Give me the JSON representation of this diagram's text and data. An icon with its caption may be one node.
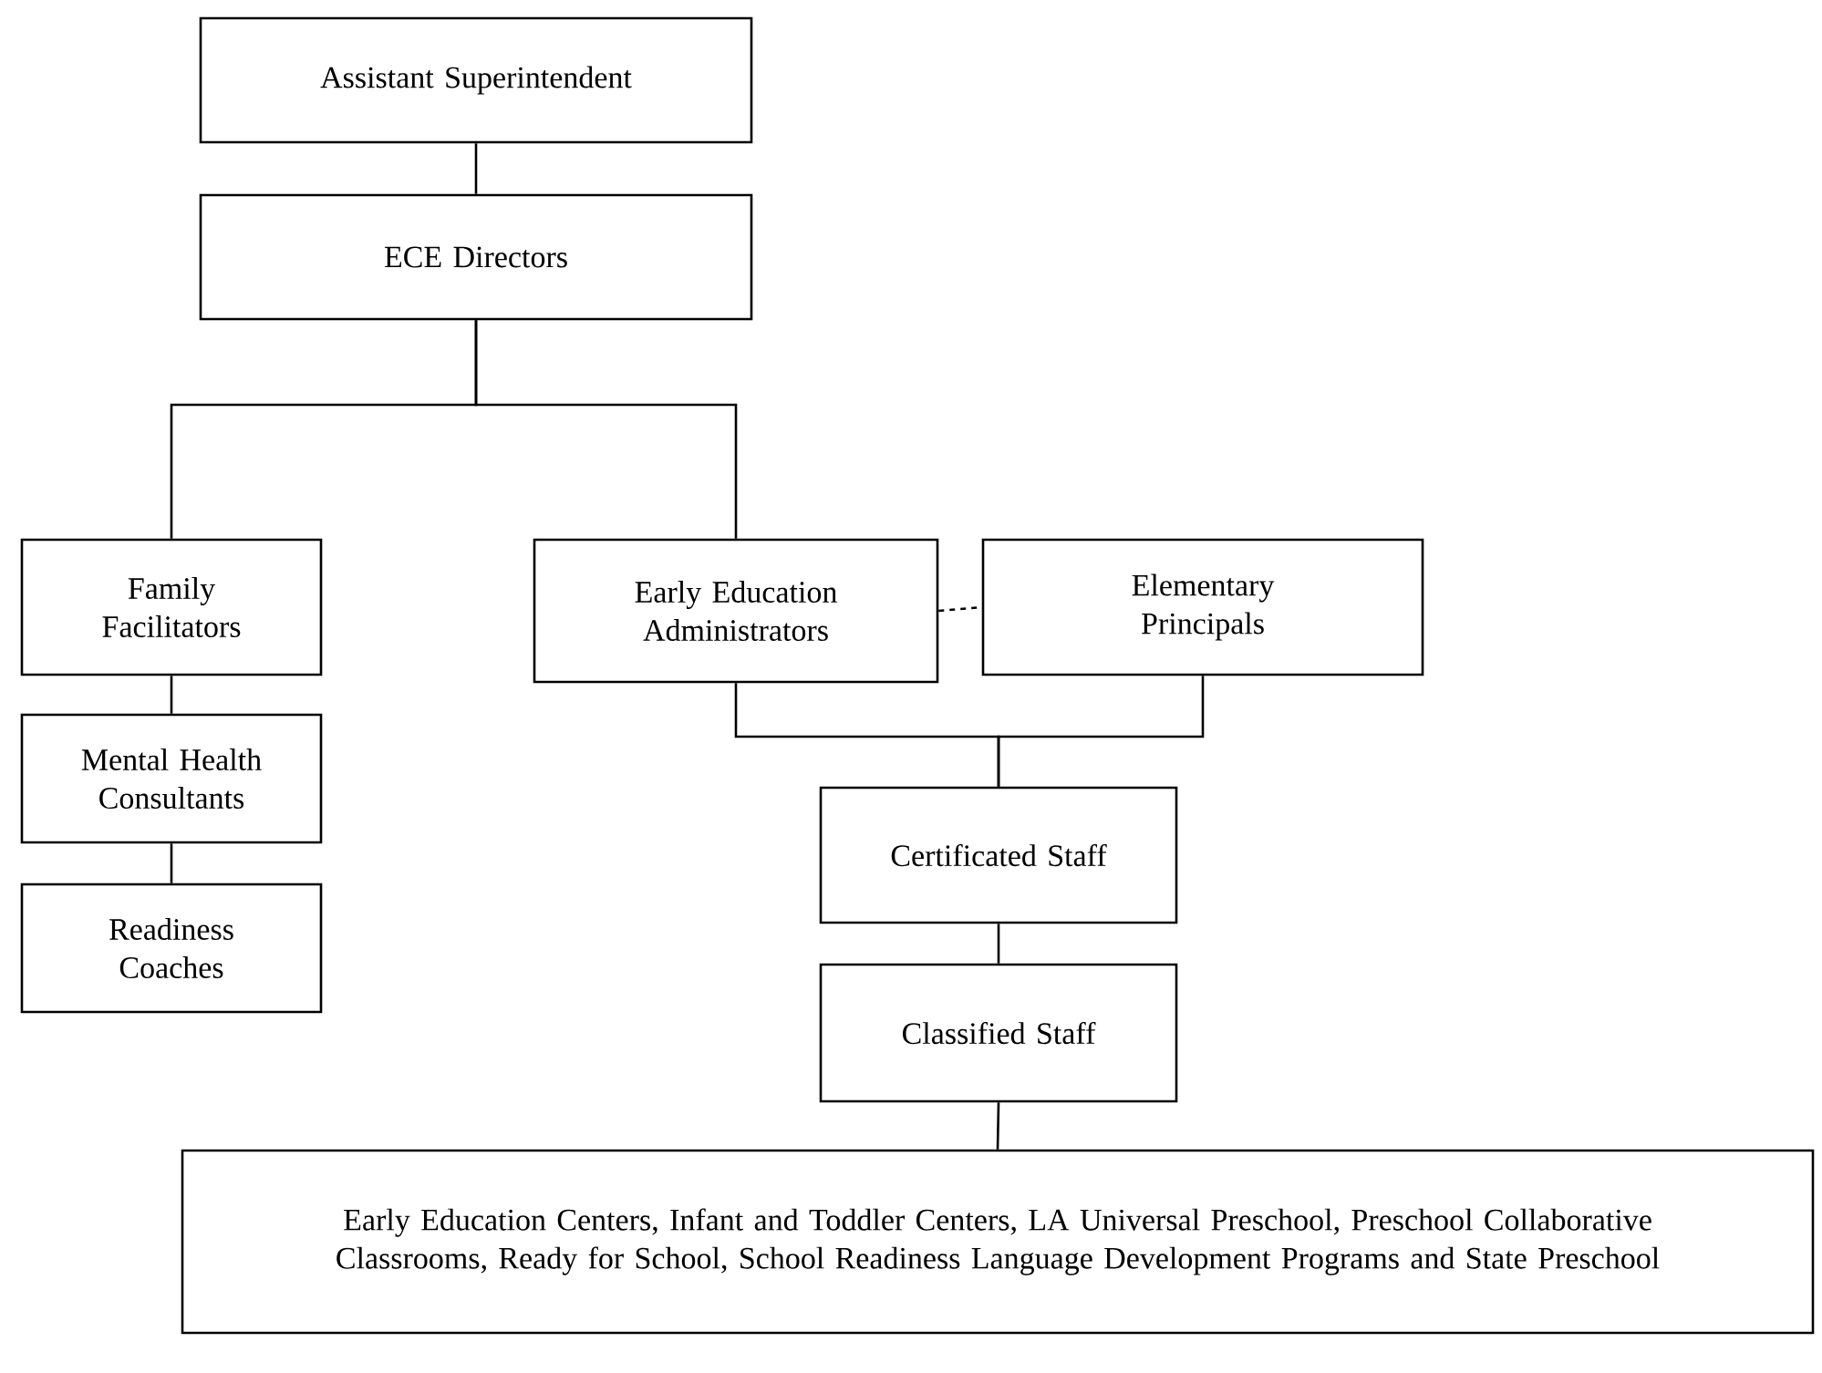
{
  "diagram": {
    "nodes": [
      {
        "text": [
          "Assistant Superintendent"
        ]
      },
      {
        "text": [
          "ECE Directors"
        ]
      },
      {
        "text": [
          "Family Facilitators"
        ]
      },
      {
        "text": [
          "Early Education Administrators"
        ]
      },
      {
        "text": [
          "Elementary Principals"
        ]
      },
      {
        "text": [
          "Mental Health Consultants"
        ]
      },
      {
        "text": [
          "Readiness Coaches"
        ]
      },
      {
        "text": [
          "Certificated Staff"
        ]
      },
      {
        "text": [
          "Classified Staff"
        ]
      },
      {
        "text": [
          "Early Education Centers, Infant and Toddler Centers, LA Universal Preschool, Preschool Collaborative Classrooms, Ready for School, School Readiness Language Development Programs and State Preschool"
        ]
      }
    ],
    "edges": [
      {
        "from": 0,
        "to": 1,
        "arrow": "none"
      },
      {
        "from": 1,
        "to": 2,
        "arrow": "none"
      },
      {
        "from": 1,
        "to": 3,
        "arrow": "none"
      },
      {
        "from": 2,
        "to": 5,
        "arrow": "none"
      },
      {
        "from": 5,
        "to": 6,
        "arrow": "none"
      },
      {
        "from": 3,
        "to": 4,
        "arrow": "none",
        "style": "dashed"
      },
      {
        "from": 3,
        "to": 7,
        "arrow": "none"
      },
      {
        "from": 4,
        "to": 7,
        "arrow": "none"
      },
      {
        "from": 7,
        "to": 8,
        "arrow": "none"
      },
      {
        "from": 8,
        "to": 9,
        "arrow": "none"
      }
    ]
  }
}
